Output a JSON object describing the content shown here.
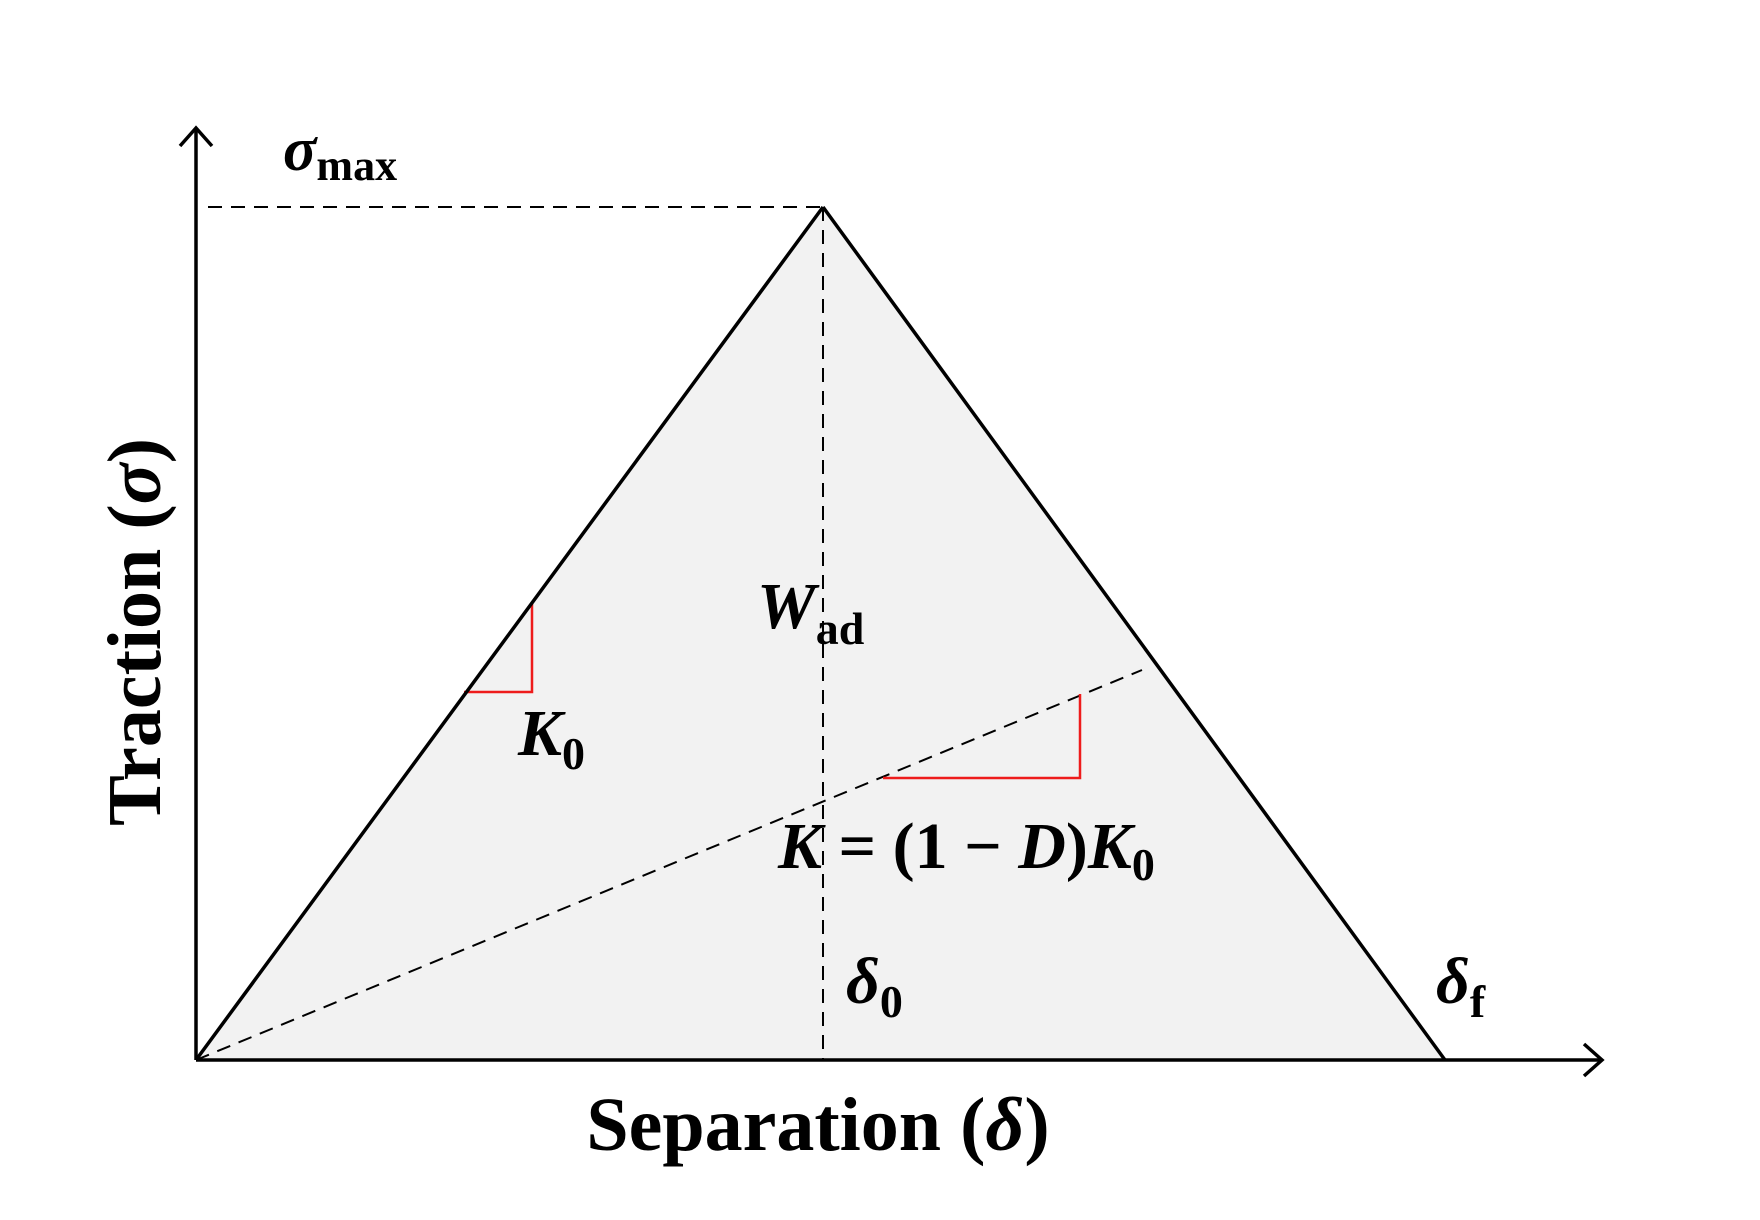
{
  "axes": {
    "x_label": "Separation (",
    "x_symbol": "δ",
    "x_close": ")",
    "y_label": "Traction (",
    "y_symbol": "σ",
    "y_close": ")"
  },
  "labels": {
    "sigma_symbol": "σ",
    "sigma_sub": "max",
    "w_symbol": "W",
    "w_sub": "ad",
    "k0_symbol": "K",
    "k0_sub": "0",
    "k_formula": {
      "k": "K",
      "eq": " = (1 − ",
      "d": "D",
      "close": ")",
      "k0": "K",
      "k0_sub": "0"
    },
    "delta0_symbol": "δ",
    "delta0_sub": "0",
    "deltaf_symbol": "δ",
    "deltaf_sub": "f"
  },
  "colors": {
    "fill": "#f2f2f2",
    "line": "#000000",
    "slope_marker": "#ee1c1c"
  }
}
